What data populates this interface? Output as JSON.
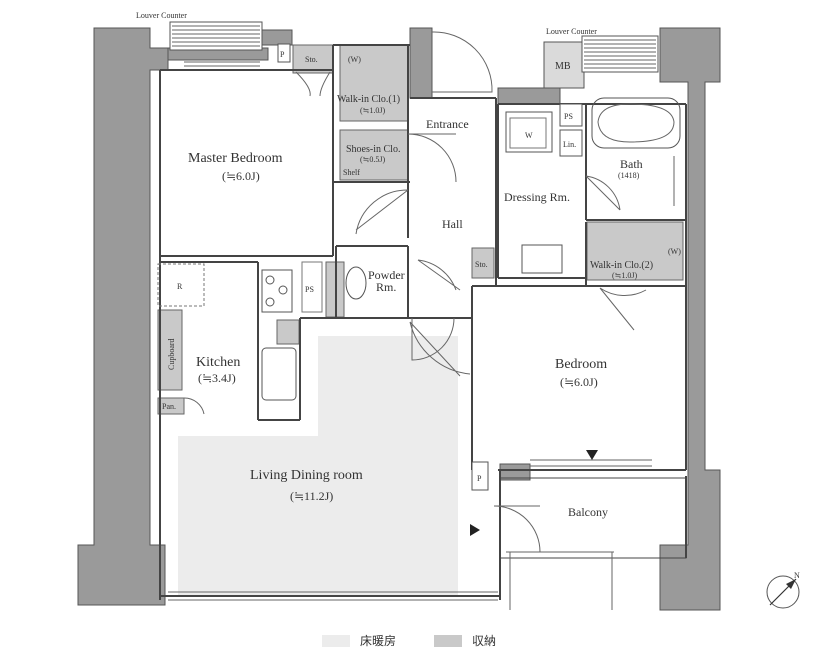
{
  "labels": {
    "louver_left": "Louver Counter",
    "louver_right": "Louver Counter",
    "mb": "MB",
    "p_top": "P",
    "sto_top": "Sto.",
    "w_closet1": "(W)",
    "walkin1": "Walk-in Clo.(1)",
    "walkin1_size": "(≒1.0J)",
    "master": "Master Bedroom",
    "master_size": "(≒6.0J)",
    "entrance": "Entrance",
    "shoes": "Shoes-in Clo.",
    "shoes_size": "(≒0.5J)",
    "shelf": "Shelf",
    "w_dress": "W",
    "ps_top": "PS",
    "lin": "Lin.",
    "bath": "Bath",
    "bath_size": "(1418)",
    "dressing": "Dressing Rm.",
    "hall": "Hall",
    "sto_hall": "Sto.",
    "walkin2": "Walk-in Clo.(2)",
    "walkin2_size": "(≒1.0J)",
    "w_closet2": "(W)",
    "r": "R",
    "ps_kitchen": "PS",
    "powder": "Powder",
    "powder2": "Rm.",
    "cupboard": "Cupboard",
    "kitchen": "Kitchen",
    "kitchen_size": "(≒3.4J)",
    "pan": "Pan.",
    "bedroom": "Bedroom",
    "bedroom_size": "(≒6.0J)",
    "living": "Living Dining room",
    "living_size": "(≒11.2J)",
    "p_balcony": "P",
    "balcony": "Balcony",
    "north": "N"
  },
  "legend": [
    {
      "label": "床暖房",
      "color": "#ececec"
    },
    {
      "label": "収納",
      "color": "#c9c9c9"
    }
  ]
}
